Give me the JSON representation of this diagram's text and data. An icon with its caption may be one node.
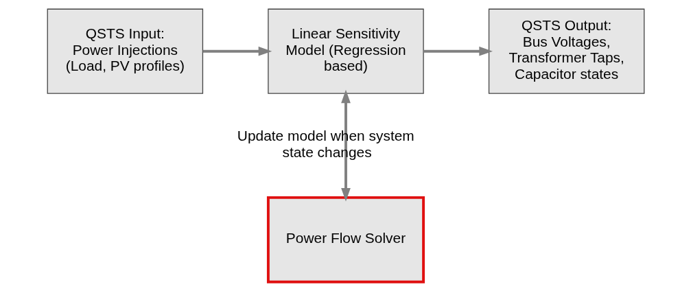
{
  "diagram": {
    "nodes": [
      {
        "text": [
          "QSTS Input:",
          "Power Injections (Load, PV profiles)"
        ]
      },
      {
        "text": [
          "Linear Sensitivity Model (Regression based)"
        ]
      },
      {
        "text": [
          "QSTS Output:",
          "Bus Voltages, Transformer Taps, Capacitor states"
        ]
      },
      {
        "text": [
          "Power Flow Solver"
        ]
      }
    ],
    "edges": [
      {
        "from": 0,
        "to": 1,
        "arrow": "to"
      },
      {
        "from": 1,
        "to": 2,
        "arrow": "to"
      },
      {
        "from": 1,
        "to": 3,
        "arrow": "both",
        "label": "Update model when system state changes"
      }
    ]
  }
}
